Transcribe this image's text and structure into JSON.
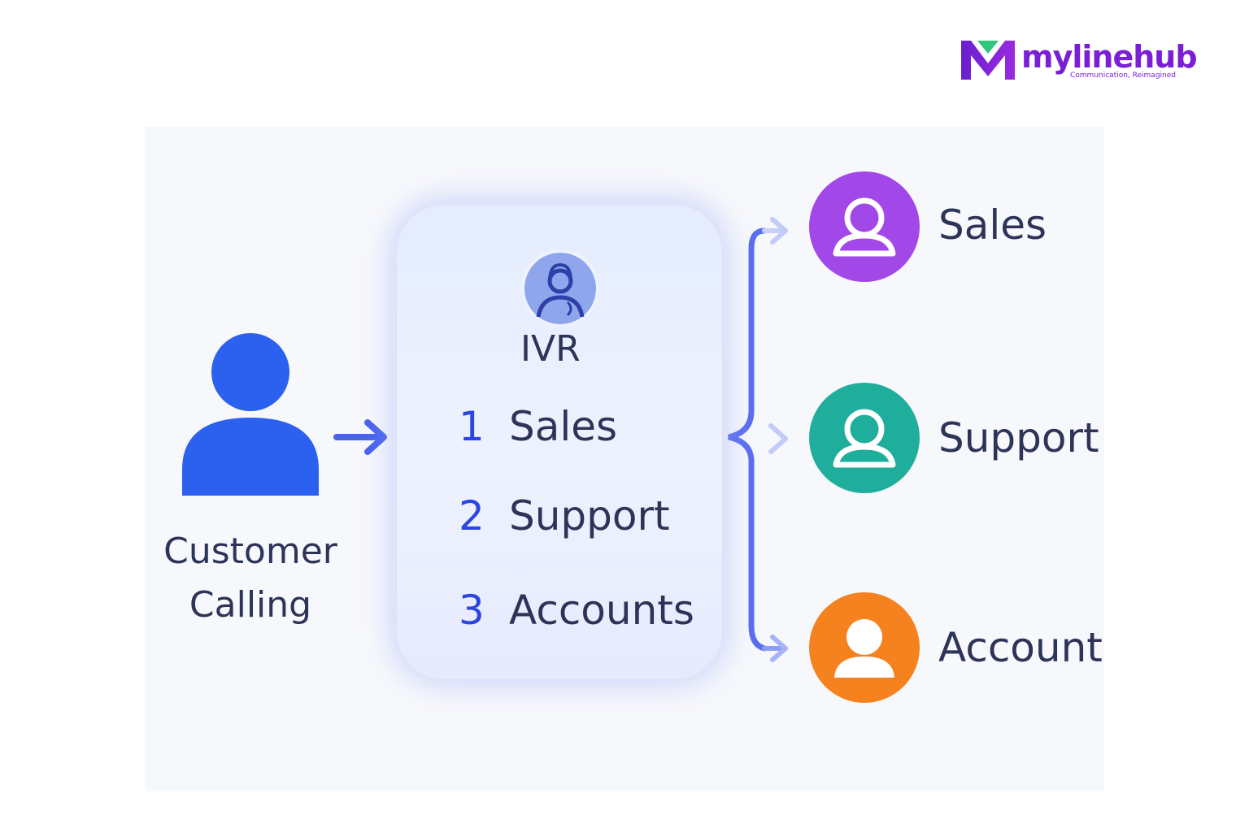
{
  "brand": {
    "name": "mylinehub",
    "tagline": "Communication, Reimagined"
  },
  "customer": {
    "label": "Customer Calling",
    "icon": "person-icon",
    "color": "#2b61ee"
  },
  "ivr": {
    "title": "IVR",
    "icon": "agent-headset-icon",
    "options": [
      {
        "key": "1",
        "label": "Sales"
      },
      {
        "key": "2",
        "label": "Support"
      },
      {
        "key": "3",
        "label": "Accounts"
      }
    ]
  },
  "departments": [
    {
      "label": "Sales",
      "icon": "person-icon",
      "color": "#a248e8"
    },
    {
      "label": "Support",
      "icon": "person-icon",
      "color": "#1fae9c"
    },
    {
      "label": "Accounts",
      "icon": "person-icon",
      "color": "#f5821f"
    }
  ],
  "colors": {
    "accent": "#2b46e0",
    "connector": "#5b6ef0",
    "brand": "#7a1fd6"
  }
}
